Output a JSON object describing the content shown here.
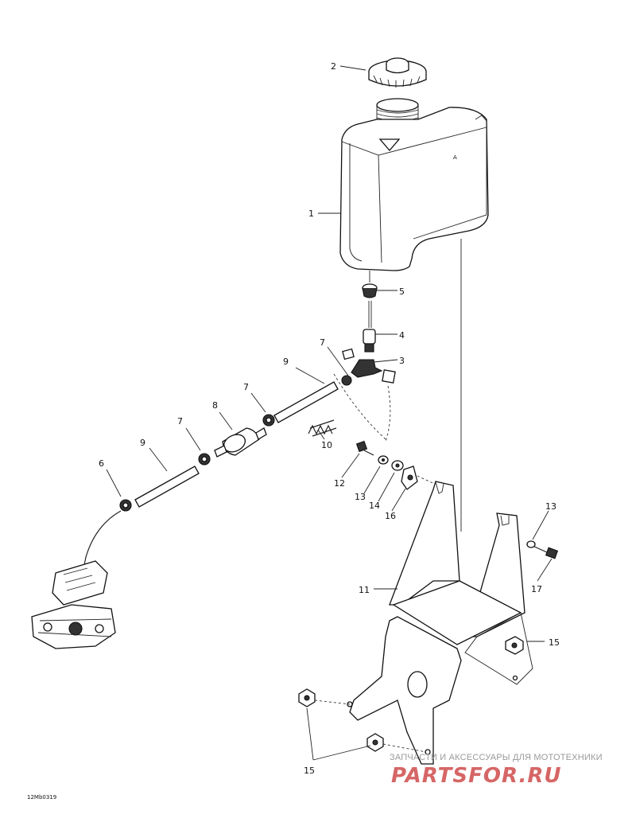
{
  "callouts": {
    "c1": "1",
    "c2": "2",
    "c3": "3",
    "c4": "4",
    "c5": "5",
    "c7a": "7",
    "c7b": "7",
    "c7c": "7",
    "c8": "8",
    "c9a": "9",
    "c9b": "9",
    "c10": "10",
    "c6": "6",
    "c12": "12",
    "c13a": "13",
    "c14": "14",
    "c16": "16",
    "c13b": "13",
    "c17": "17",
    "c11": "11",
    "c15a": "15",
    "c15b": "15"
  },
  "drawing_code": "12Mb0319",
  "watermark": {
    "tagline": "ЗАПЧАСТИ И АКСЕССУАРЫ ДЛЯ МОТОТЕХНИКИ",
    "logo": "PARTSFOR.RU",
    "accent_color": "#d66666"
  }
}
